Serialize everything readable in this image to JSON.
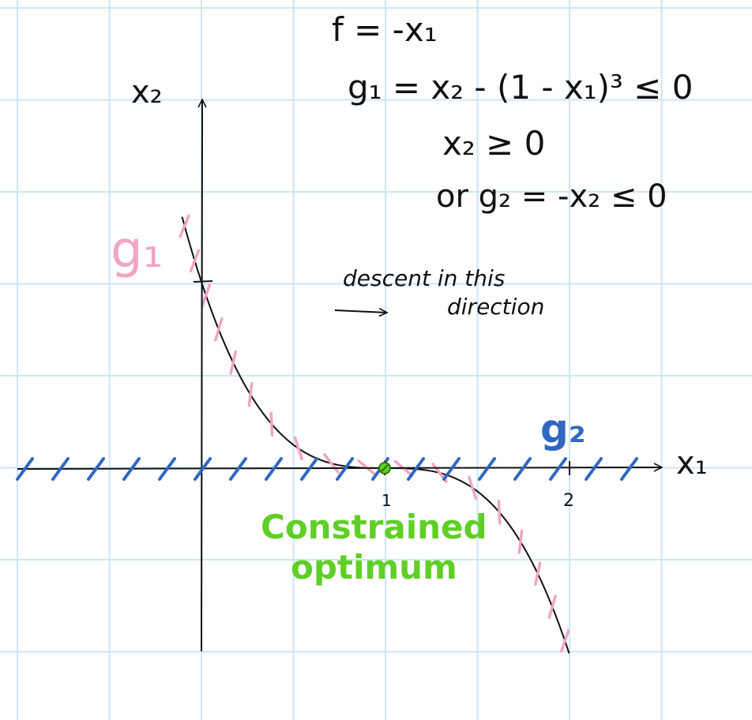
{
  "equations": {
    "objective": "f = -x₁",
    "g1": "g₁ = x₂ - (1 - x₁)³ ≤ 0",
    "x2_nonneg": "x₂ ≥ 0",
    "g2": "or  g₂ = -x₂ ≤ 0"
  },
  "axes": {
    "x_label": "x₁",
    "y_label": "x₂",
    "x_tick_labels": [
      "1",
      "2"
    ]
  },
  "constraint_labels": {
    "g1": "g₁",
    "g2": "g₂"
  },
  "descent_note": {
    "line1": "descent in this",
    "line2": "direction"
  },
  "optimum_label": {
    "line1": "Constrained",
    "line2": "optimum"
  },
  "colors": {
    "ink": "#111111",
    "g1_hatch": "#f0a5c4",
    "g2_hatch": "#2f67c2",
    "optimum": "#5fcf25",
    "grid": "#cde6f5"
  }
}
